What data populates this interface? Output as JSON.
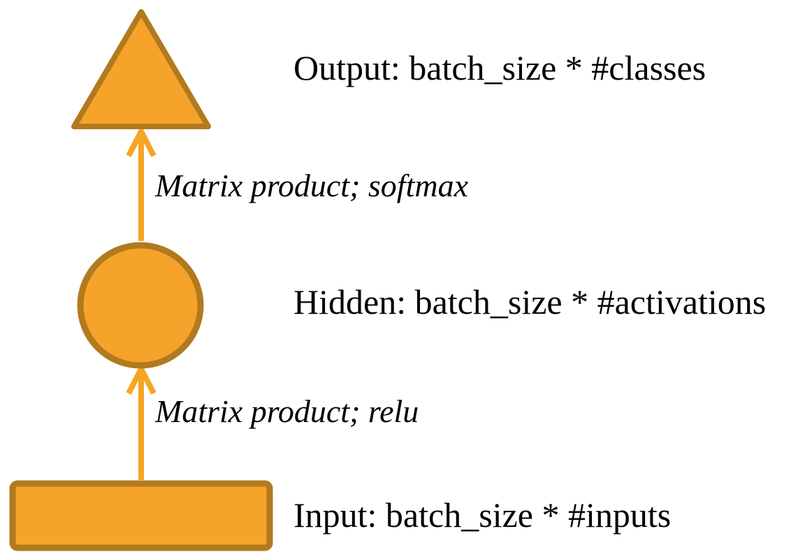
{
  "diagram": {
    "type": "neural-network-layer-diagram",
    "background": "#ffffff",
    "colors": {
      "shape_fill": "#F5A32B",
      "shape_stroke": "#B27A1E",
      "arrow": "#F6A524",
      "text": "#000000"
    },
    "nodes": [
      {
        "id": "output",
        "shape": "triangle",
        "label": "Output: batch_size * #classes"
      },
      {
        "id": "hidden",
        "shape": "circle",
        "label": "Hidden: batch_size * #activations"
      },
      {
        "id": "input",
        "shape": "rectangle",
        "label": "Input: batch_size * #inputs"
      }
    ],
    "edges": [
      {
        "from": "hidden",
        "to": "output",
        "label": "Matrix product; softmax"
      },
      {
        "from": "input",
        "to": "hidden",
        "label": "Matrix product; relu"
      }
    ]
  }
}
